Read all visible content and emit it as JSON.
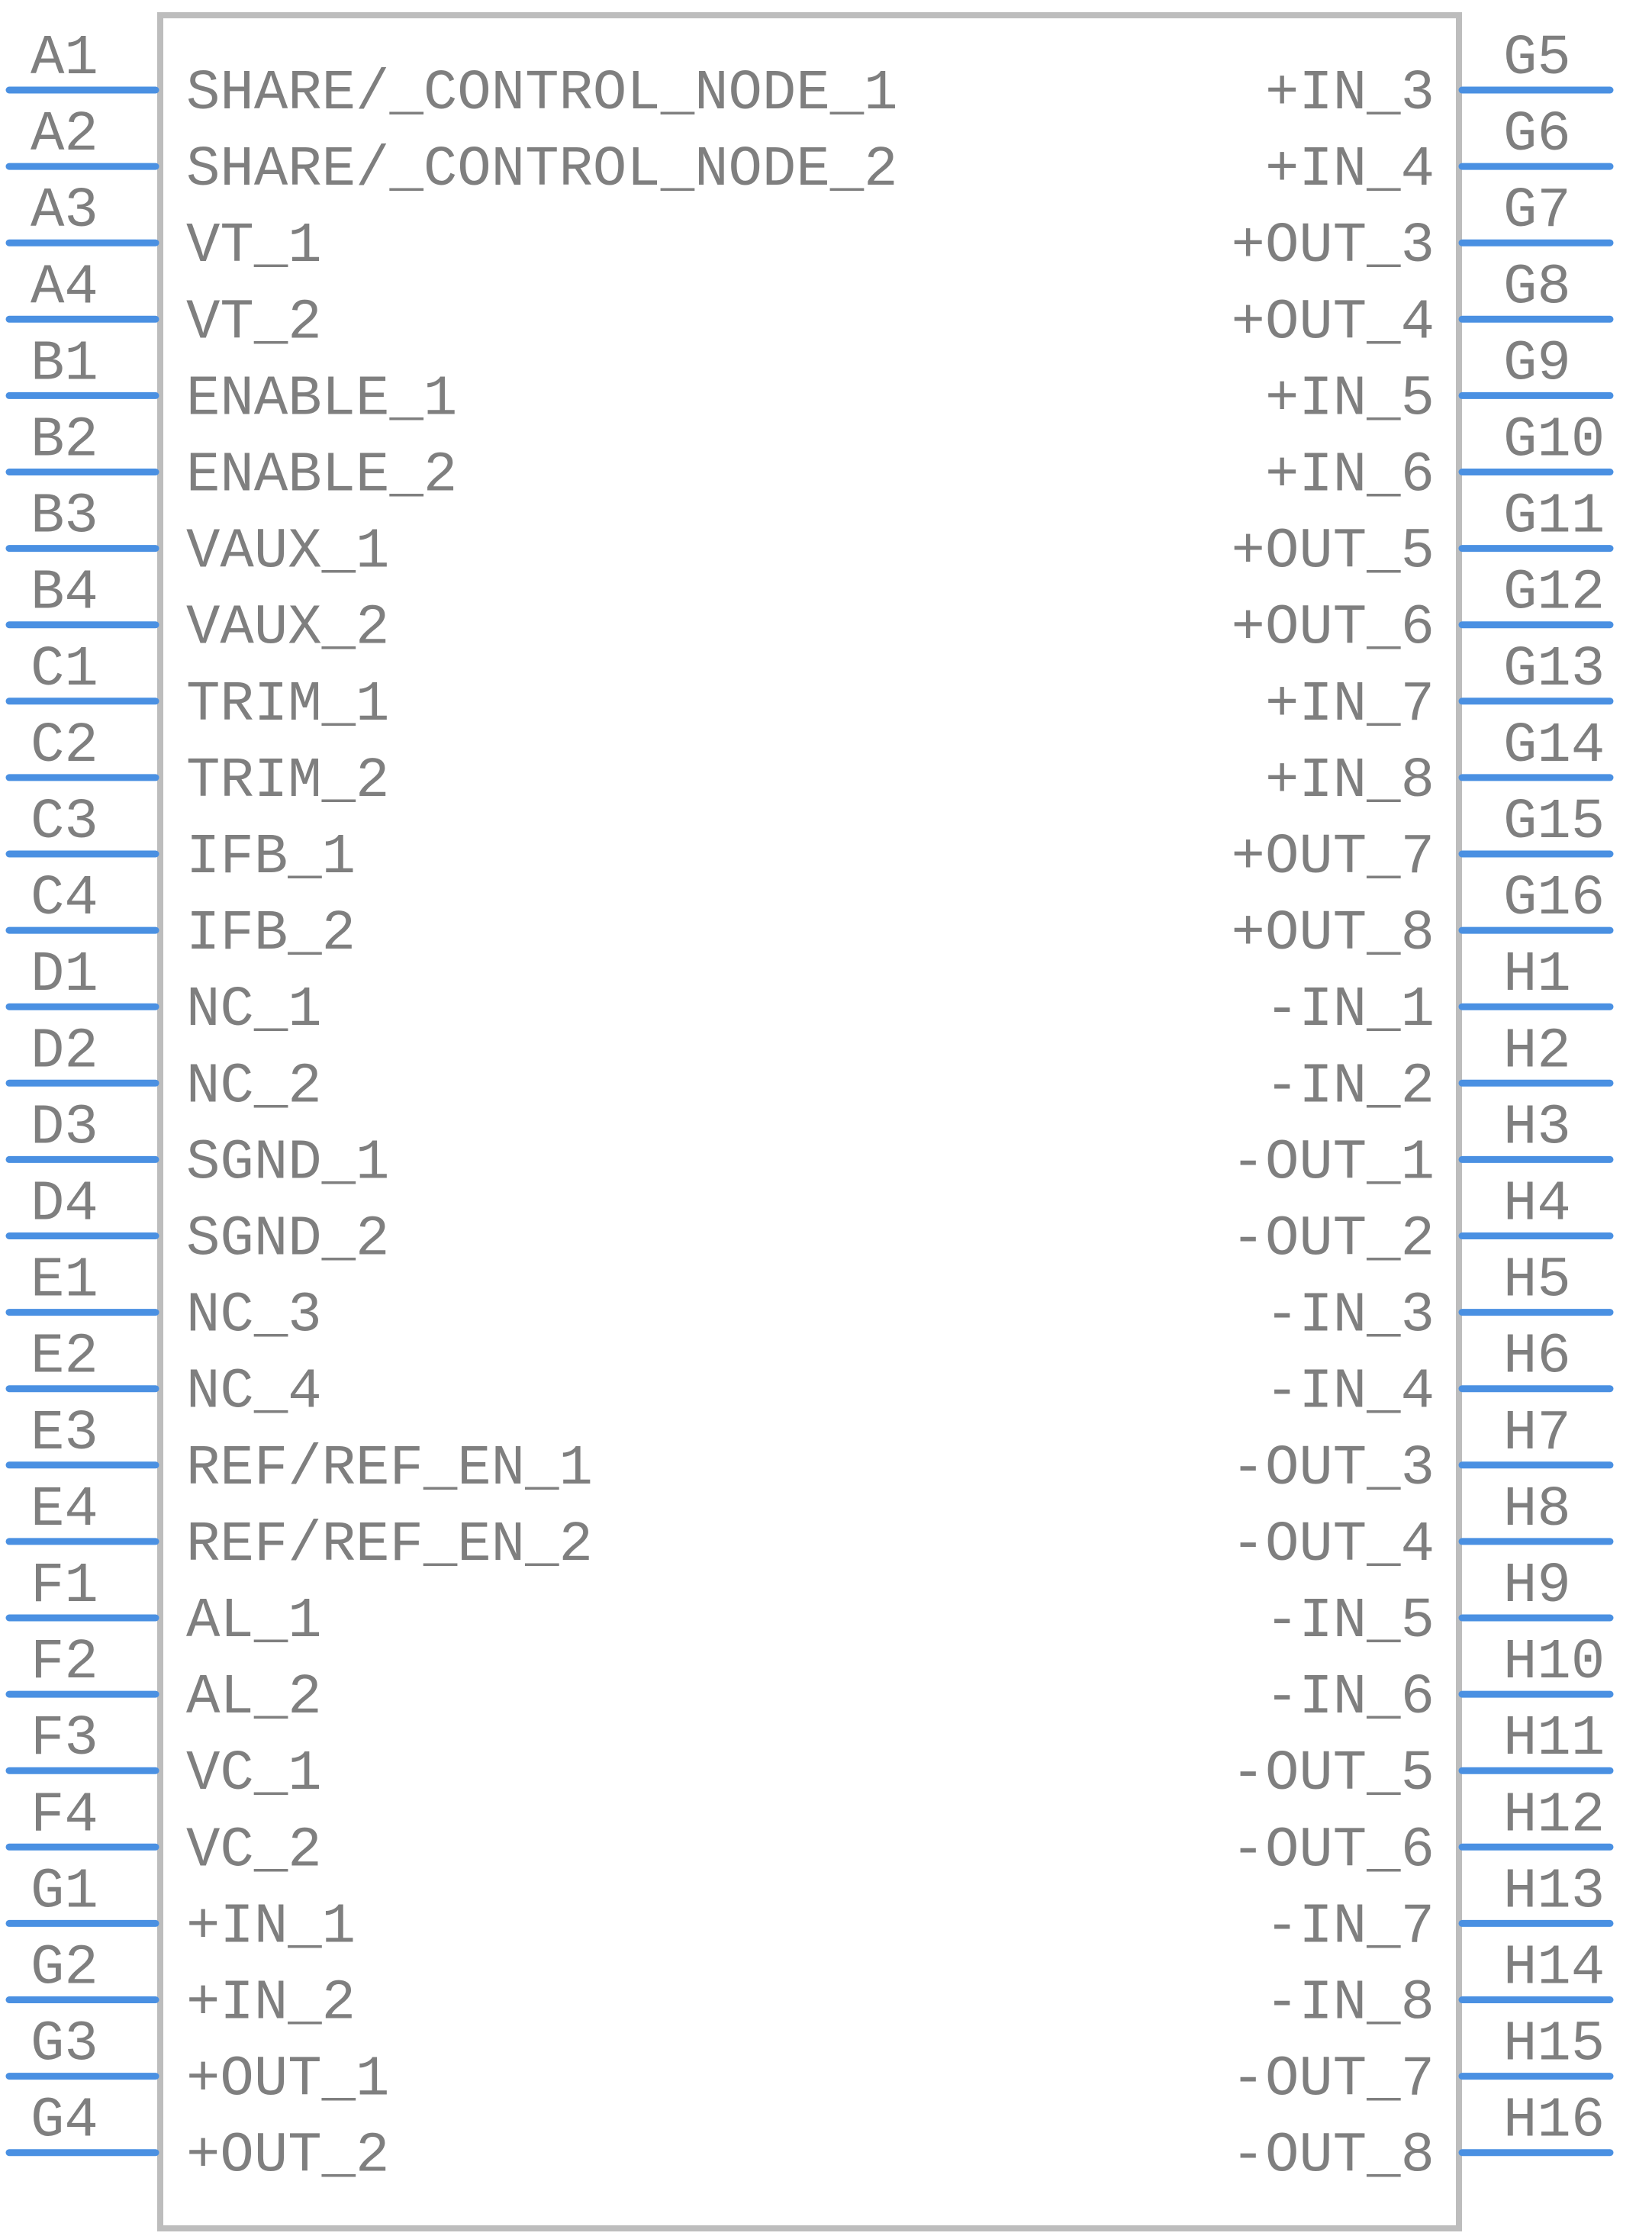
{
  "component": {
    "left_pins": [
      {
        "number": "A1",
        "name": "SHARE/_CONTROL_NODE_1"
      },
      {
        "number": "A2",
        "name": "SHARE/_CONTROL_NODE_2"
      },
      {
        "number": "A3",
        "name": "VT_1"
      },
      {
        "number": "A4",
        "name": "VT_2"
      },
      {
        "number": "B1",
        "name": "ENABLE_1"
      },
      {
        "number": "B2",
        "name": "ENABLE_2"
      },
      {
        "number": "B3",
        "name": "VAUX_1"
      },
      {
        "number": "B4",
        "name": "VAUX_2"
      },
      {
        "number": "C1",
        "name": "TRIM_1"
      },
      {
        "number": "C2",
        "name": "TRIM_2"
      },
      {
        "number": "C3",
        "name": "IFB_1"
      },
      {
        "number": "C4",
        "name": "IFB_2"
      },
      {
        "number": "D1",
        "name": "NC_1"
      },
      {
        "number": "D2",
        "name": "NC_2"
      },
      {
        "number": "D3",
        "name": "SGND_1"
      },
      {
        "number": "D4",
        "name": "SGND_2"
      },
      {
        "number": "E1",
        "name": "NC_3"
      },
      {
        "number": "E2",
        "name": "NC_4"
      },
      {
        "number": "E3",
        "name": "REF/REF_EN_1"
      },
      {
        "number": "E4",
        "name": "REF/REF_EN_2"
      },
      {
        "number": "F1",
        "name": "AL_1"
      },
      {
        "number": "F2",
        "name": "AL_2"
      },
      {
        "number": "F3",
        "name": "VC_1"
      },
      {
        "number": "F4",
        "name": "VC_2"
      },
      {
        "number": "G1",
        "name": "+IN_1"
      },
      {
        "number": "G2",
        "name": "+IN_2"
      },
      {
        "number": "G3",
        "name": "+OUT_1"
      },
      {
        "number": "G4",
        "name": "+OUT_2"
      }
    ],
    "right_pins": [
      {
        "number": "G5",
        "name": "+IN_3"
      },
      {
        "number": "G6",
        "name": "+IN_4"
      },
      {
        "number": "G7",
        "name": "+OUT_3"
      },
      {
        "number": "G8",
        "name": "+OUT_4"
      },
      {
        "number": "G9",
        "name": "+IN_5"
      },
      {
        "number": "G10",
        "name": "+IN_6"
      },
      {
        "number": "G11",
        "name": "+OUT_5"
      },
      {
        "number": "G12",
        "name": "+OUT_6"
      },
      {
        "number": "G13",
        "name": "+IN_7"
      },
      {
        "number": "G14",
        "name": "+IN_8"
      },
      {
        "number": "G15",
        "name": "+OUT_7"
      },
      {
        "number": "G16",
        "name": "+OUT_8"
      },
      {
        "number": "H1",
        "name": "-IN_1"
      },
      {
        "number": "H2",
        "name": "-IN_2"
      },
      {
        "number": "H3",
        "name": "-OUT_1"
      },
      {
        "number": "H4",
        "name": "-OUT_2"
      },
      {
        "number": "H5",
        "name": "-IN_3"
      },
      {
        "number": "H6",
        "name": "-IN_4"
      },
      {
        "number": "H7",
        "name": "-OUT_3"
      },
      {
        "number": "H8",
        "name": "-OUT_4"
      },
      {
        "number": "H9",
        "name": "-IN_5"
      },
      {
        "number": "H10",
        "name": "-IN_6"
      },
      {
        "number": "H11",
        "name": "-OUT_5"
      },
      {
        "number": "H12",
        "name": "-OUT_6"
      },
      {
        "number": "H13",
        "name": "-IN_7"
      },
      {
        "number": "H14",
        "name": "-IN_8"
      },
      {
        "number": "H15",
        "name": "-OUT_7"
      },
      {
        "number": "H16",
        "name": "-OUT_8"
      }
    ]
  },
  "colors": {
    "pin_line": "#4a90e2",
    "text": "#7f7f7f",
    "body_outline": "#bdbdbd"
  }
}
